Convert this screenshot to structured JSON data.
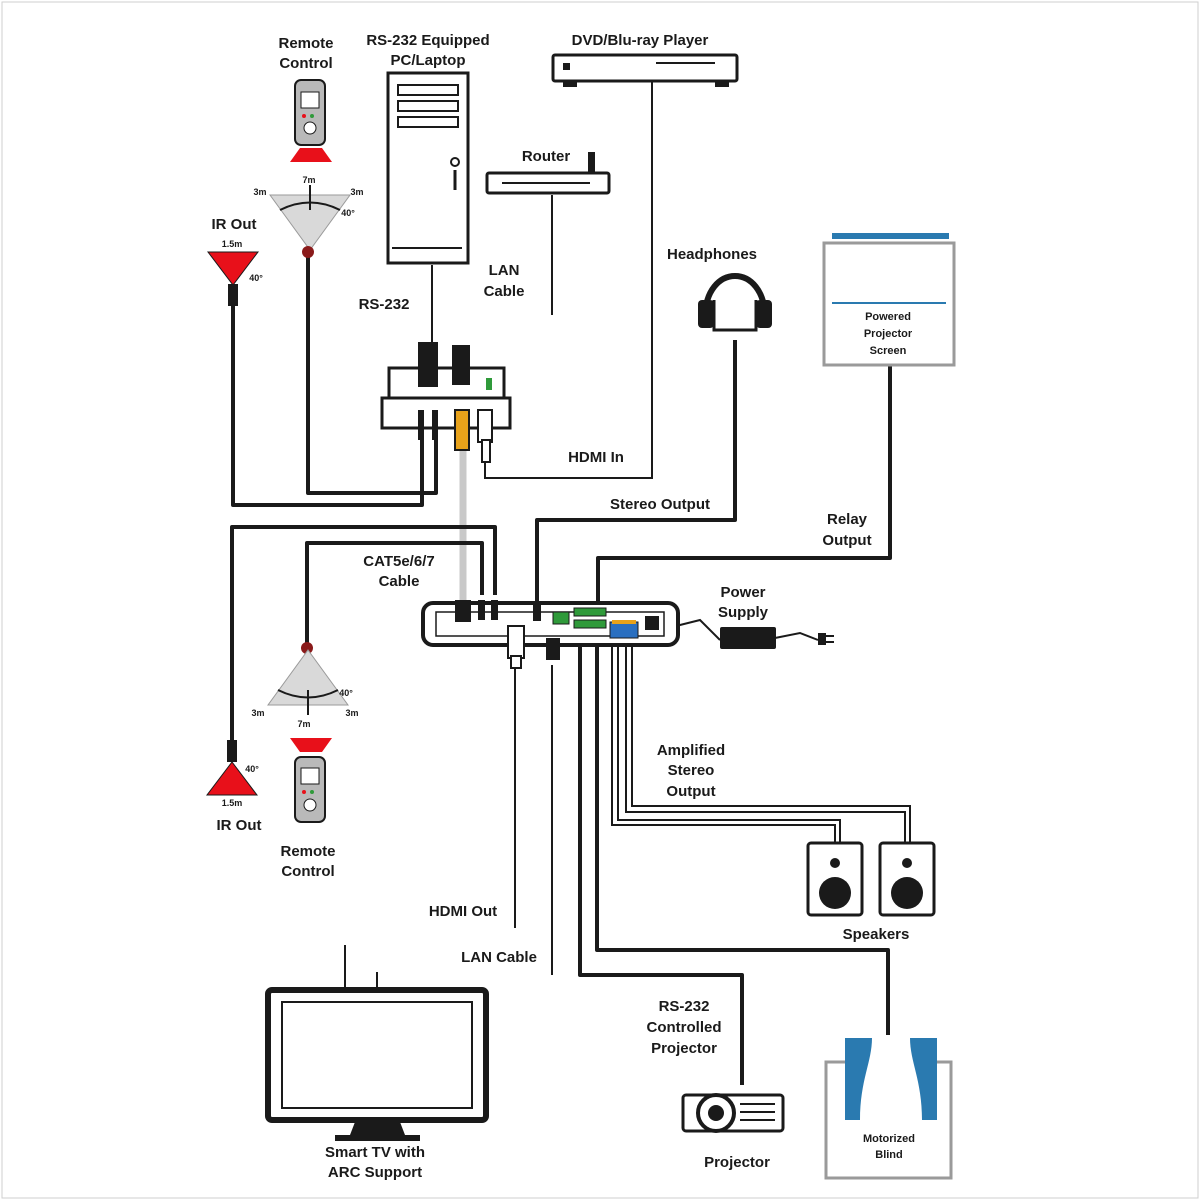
{
  "labels": {
    "remote_control_top": [
      "Remote",
      "Control"
    ],
    "pc": [
      "RS-232 Equipped",
      "PC/Laptop"
    ],
    "dvd": "DVD/Blu-ray Player",
    "router": "Router",
    "ir_out_top": "IR Out",
    "lan_cable_top": [
      "LAN",
      "Cable"
    ],
    "headphones": "Headphones",
    "projector_screen": [
      "Powered",
      "Projector",
      "Screen"
    ],
    "rs232": "RS-232",
    "hdmi_in": "HDMI In",
    "stereo_output": "Stereo Output",
    "relay_output": [
      "Relay",
      "Output"
    ],
    "cat_cable": [
      "CAT5e/6/7",
      "Cable"
    ],
    "power_supply": [
      "Power",
      "Supply"
    ],
    "amplified_stereo": [
      "Amplified",
      "Stereo",
      "Output"
    ],
    "ir_out_bottom": "IR Out",
    "remote_control_bottom": [
      "Remote",
      "Control"
    ],
    "speakers": "Speakers",
    "hdmi_out": "HDMI Out",
    "lan_cable_bottom": "LAN Cable",
    "rs232_projector": [
      "RS-232",
      "Controlled",
      "Projector"
    ],
    "smart_tv": [
      "Smart TV with",
      "ARC Support"
    ],
    "projector": "Projector",
    "motorized_blind": [
      "Motorized",
      "Blind"
    ]
  },
  "ir_specs": {
    "top_receiver": {
      "distance_center": "7m",
      "distance_left": "3m",
      "distance_right": "3m",
      "angle": "40°"
    },
    "top_emitter": {
      "distance": "1.5m",
      "angle": "40°"
    },
    "bottom_receiver": {
      "distance_center": "7m",
      "distance_left": "3m",
      "distance_right": "3m",
      "angle": "40°"
    },
    "bottom_emitter": {
      "distance": "1.5m",
      "angle": "40°"
    }
  },
  "colors": {
    "line": "#1a1a1a",
    "ir_red": "#e8101a",
    "accent_blue": "#2a7ab0",
    "port_green": "#2f9a3a",
    "port_blue": "#2a6fc0",
    "port_orange": "#e8a21a",
    "cable_gray": "#c9c9c9"
  }
}
